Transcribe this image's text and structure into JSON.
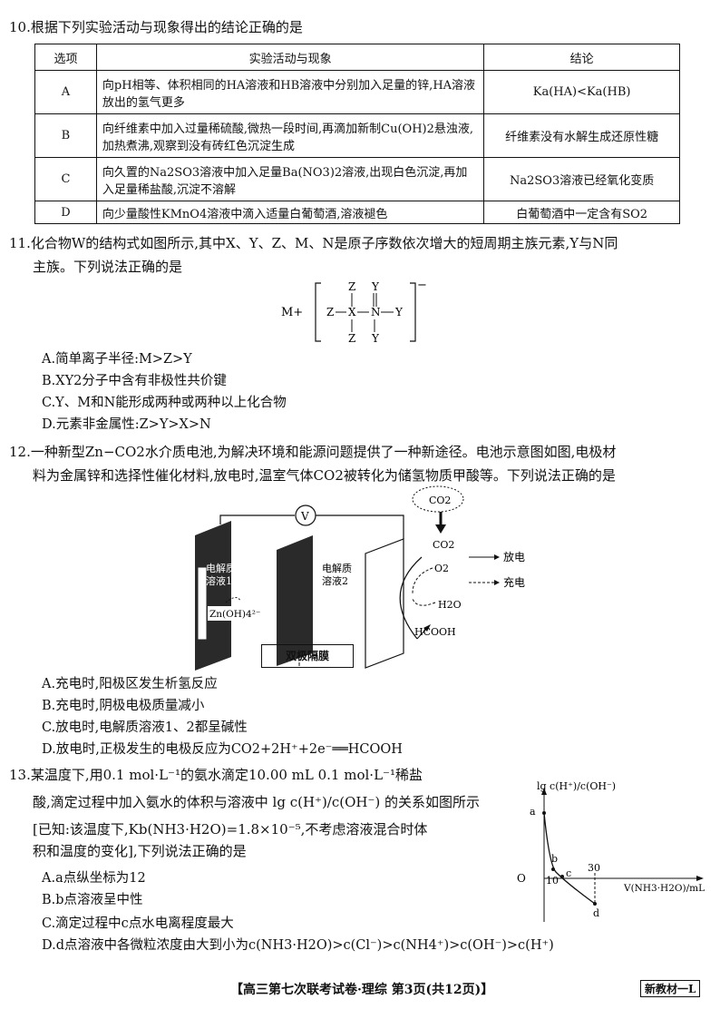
{
  "q10": {
    "stem": "10.根据下列实验活动与现象得出的结论正确的是",
    "headers": [
      "选项",
      "实验活动与现象",
      "结论"
    ],
    "rows": [
      {
        "opt": "A",
        "exp": "向pH相等、体积相同的HA溶液和HB溶液中分别加入足量的锌,HA溶液放出的氢气更多",
        "concl": "Ka(HA)<Ka(HB)"
      },
      {
        "opt": "B",
        "exp": "向纤维素中加入过量稀硫酸,微热一段时间,再滴加新制Cu(OH)2悬浊液,加热煮沸,观察到没有砖红色沉淀生成",
        "concl": "纤维素没有水解生成还原性糖"
      },
      {
        "opt": "C",
        "exp": "向久置的Na2SO3溶液中加入足量Ba(NO3)2溶液,出现白色沉淀,再加入足量稀盐酸,沉淀不溶解",
        "concl": "Na2SO3溶液已经氧化变质"
      },
      {
        "opt": "D",
        "exp": "向少量酸性KMnO4溶液中滴入适量白葡萄酒,溶液褪色",
        "concl": "白葡萄酒中一定含有SO2"
      }
    ]
  },
  "q11": {
    "stem_line1": "11.化合物W的结构式如图所示,其中X、Y、Z、M、N是原子序数依次增大的短周期主族元素,Y与N同",
    "stem_line2": "主族。下列说法正确的是",
    "structure": {
      "cation": "M+",
      "charge": "−",
      "top": [
        "Z",
        "Y"
      ],
      "middle": [
        "Z",
        "X",
        "N",
        "Y"
      ],
      "bottom": [
        "Z",
        "Y"
      ]
    },
    "options": [
      "A.简单离子半径:M>Z>Y",
      "B.XY2分子中含有非极性共价键",
      "C.Y、M和N能形成两种或两种以上化合物",
      "D.元素非金属性:Z>Y>X>N"
    ]
  },
  "q12": {
    "stem_line1": "12.一种新型Zn−CO2水介质电池,为解决环境和能源问题提供了一种新途径。电池示意图如图,电极材",
    "stem_line2": "料为金属锌和选择性催化材料,放电时,温室气体CO2被转化为储氢物质甲酸等。下列说法正确的是",
    "diagram": {
      "voltmeter": "V",
      "co2_cloud": "CO2",
      "co2": "CO2",
      "o2": "O2",
      "h2o": "H2O",
      "hcooh": "HCOOH",
      "electrolyte1": [
        "电解质",
        "溶液1"
      ],
      "electrolyte2": [
        "电解质",
        "溶液2"
      ],
      "zincate": "Zn(OH)4²⁻",
      "membrane": "双极隔膜",
      "legend_discharge": "放电",
      "legend_charge": "充电"
    },
    "options": [
      "A.充电时,阳极区发生析氢反应",
      "B.充电时,阴极电极质量减小",
      "C.放电时,电解质溶液1、2都呈碱性",
      "D.放电时,正极发生的电极反应为CO2+2H⁺+2e⁻══HCOOH"
    ]
  },
  "q13": {
    "stem_line1": "13.某温度下,用0.1 mol·L⁻¹的氨水滴定10.00 mL 0.1 mol·L⁻¹稀盐",
    "stem_line2": "酸,滴定过程中加入氨水的体积与溶液中 lg c(H⁺)/c(OH⁻) 的关系如图所示",
    "stem_line3": "[已知:该温度下,Kb(NH3·H2O)=1.8×10⁻⁵,不考虑溶液混合时体",
    "stem_line4": "积和温度的变化],下列说法正确的是",
    "options": [
      "A.a点纵坐标为12",
      "B.b点溶液呈中性",
      "C.滴定过程中c点水电离程度最大",
      "D.d点溶液中各微粒浓度由大到小为c(NH3·H2O)>c(Cl⁻)>c(NH4⁺)>c(OH⁻)>c(H⁺)"
    ],
    "chart_data": {
      "type": "line",
      "ylabel": "lg c(H⁺)/c(OH⁻)",
      "xlabel": "V(NH3·H2O)/mL",
      "origin_label": "O",
      "x_ticks": [
        "10",
        "30"
      ],
      "points": [
        {
          "label": "a",
          "x": 0
        },
        {
          "label": "b",
          "x": 10
        },
        {
          "label": "c"
        },
        {
          "label": "d",
          "x": 30
        }
      ]
    }
  },
  "footer": {
    "text": "【高三第七次联考试卷·理综  第3页(共12页)】",
    "badge": "新教材一L"
  }
}
